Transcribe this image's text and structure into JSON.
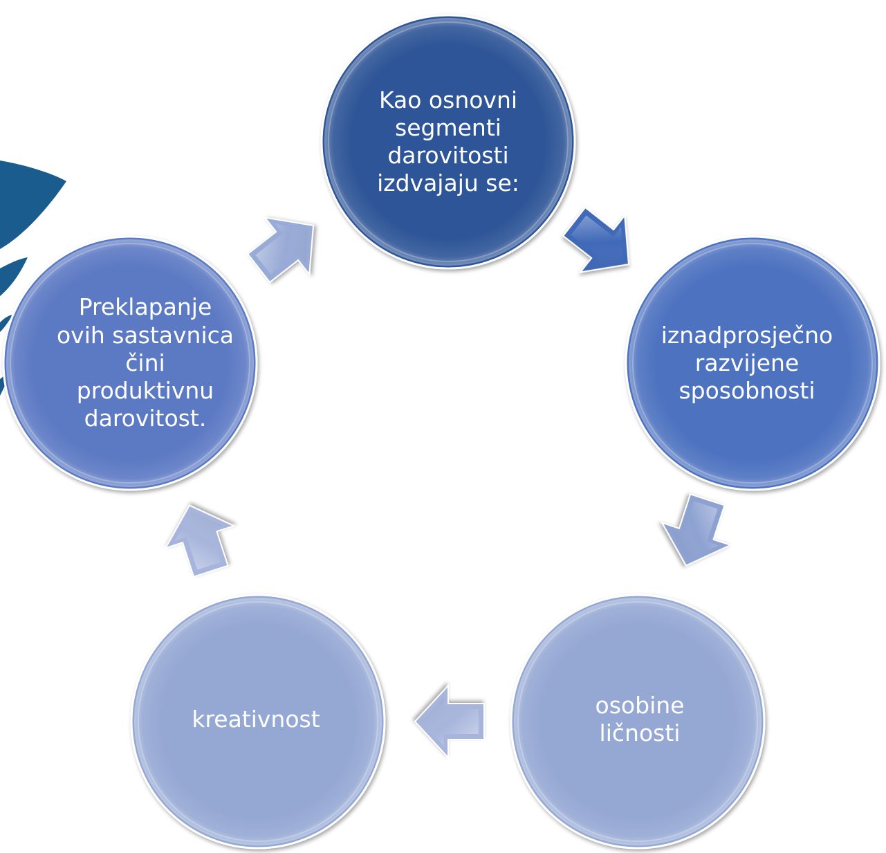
{
  "diagram": {
    "type": "cycle",
    "nodes": [
      {
        "id": "node-1",
        "label": "Kao osnovni\nsegmenti\ndarovitosti\nizdvajaju se:",
        "color": "#2F5597"
      },
      {
        "id": "node-2",
        "label": "iznadprosječno\nrazvijene\nsposobnosti",
        "color": "#4E72C0"
      },
      {
        "id": "node-3",
        "label": "osobine\nličnosti",
        "color": "#95A8D4"
      },
      {
        "id": "node-4",
        "label": "kreativnost",
        "color": "#95A8D4"
      },
      {
        "id": "node-5",
        "label": "Preklapanje\novih sastavnica\nčini\nproduktivnu\ndarovitost.",
        "color": "#5B79C3"
      }
    ],
    "arrows": [
      {
        "from": "node-1",
        "to": "node-2",
        "color": "#4169B8"
      },
      {
        "from": "node-2",
        "to": "node-3",
        "color": "#8EA2D2"
      },
      {
        "from": "node-3",
        "to": "node-4",
        "color": "#A7B5DC"
      },
      {
        "from": "node-4",
        "to": "node-5",
        "color": "#A7B5DC"
      },
      {
        "from": "node-5",
        "to": "node-1",
        "color": "#98AAD6"
      }
    ],
    "decoration": {
      "leaf_color": "#1B5C8E"
    }
  }
}
